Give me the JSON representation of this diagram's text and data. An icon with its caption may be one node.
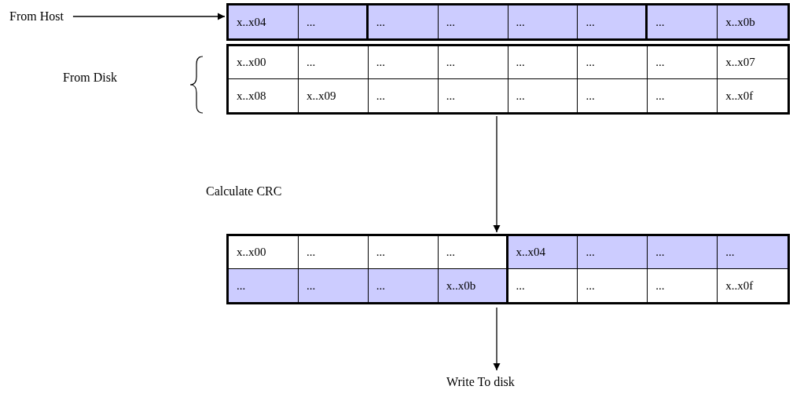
{
  "diagram": {
    "nodes": [
      {
        "text": [
          "From Host"
        ]
      },
      {
        "text": [
          "x..x04",
          "...",
          "...",
          "...",
          "...",
          "...",
          "...",
          "x..x0b"
        ]
      },
      {
        "text": [
          "x..x00",
          "...",
          "...",
          "...",
          "...",
          "...",
          "...",
          "x..x07",
          "x..x08",
          "x..x09",
          "...",
          "...",
          "...",
          "...",
          "...",
          "x..x0f"
        ]
      },
      {
        "text": [
          "x..x00",
          "...",
          "...",
          "...",
          "x..x04",
          "...",
          "...",
          "...",
          "...",
          "...",
          "...",
          "x..x0b",
          "...",
          "...",
          "...",
          "x..x0f"
        ]
      },
      {
        "text": [
          "Write To disk"
        ]
      }
    ],
    "edges": [
      {
        "from": 0,
        "to": 1,
        "arrow": "to"
      },
      {
        "from": 2,
        "to": 3,
        "arrow": "to"
      },
      {
        "from": 3,
        "to": 4,
        "arrow": "to"
      }
    ],
    "labels": [
      "From Disk",
      "Calculate CRC"
    ]
  }
}
